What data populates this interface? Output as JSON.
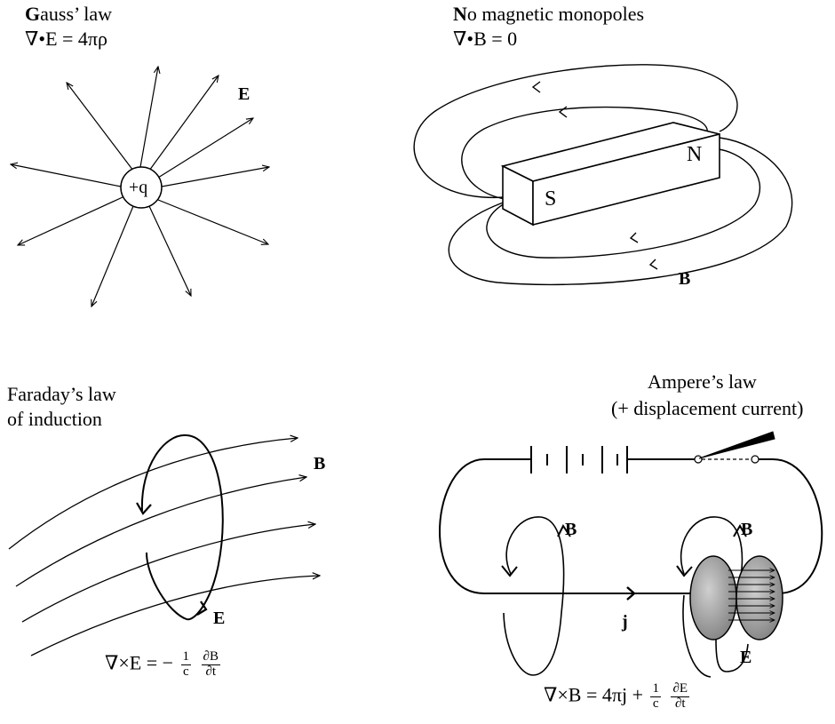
{
  "panels": {
    "gauss": {
      "title_initial": "G",
      "title_rest": "auss’ law",
      "equation": "∇•E = 4πρ",
      "charge_label": "+q",
      "field_label": "E"
    },
    "monopoles": {
      "title_initial": "N",
      "title_rest": "o magnetic monopoles",
      "equation": "∇•B = 0",
      "north_label": "N",
      "south_label": "S",
      "field_label": "B"
    },
    "faraday": {
      "title_line1": "Faraday’s law",
      "title_line2": "of induction",
      "field_B_label": "B",
      "field_E_label": "E",
      "eq_lhs": "∇×E = −",
      "eq_coef_num": "1",
      "eq_coef_den": "c",
      "eq_deriv_num": "∂B",
      "eq_deriv_den": "∂t"
    },
    "ampere": {
      "title_line1": "Ampere’s law",
      "title_line2": "(+ displacement current)",
      "field_B1_label": "B",
      "field_B2_label": "B",
      "current_label": "j",
      "field_E_label": "E",
      "eq_lhs": "∇×B = 4πj +",
      "eq_coef_num": "1",
      "eq_coef_den": "c",
      "eq_deriv_num": "∂E",
      "eq_deriv_den": "∂t"
    }
  },
  "colors": {
    "line": "#000000",
    "plate_fill": "#9a9a9a",
    "background": "#ffffff"
  }
}
